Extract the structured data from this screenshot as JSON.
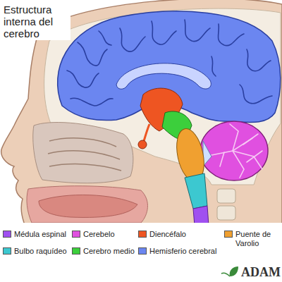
{
  "diagram": {
    "title": "Estructura interna del cerebro",
    "labels": [
      "ADAM"
    ],
    "legend": [
      {
        "text": "Médula espinal",
        "color": "#a050f0"
      },
      {
        "text": "Cerebelo",
        "color": "#e050e0"
      },
      {
        "text": "Diencéfalo",
        "color": "#ee5522"
      },
      {
        "text": "Puente de Varolio",
        "color": "#f0a030"
      },
      {
        "text": "Bulbo raquídeo",
        "color": "#3cc8d0"
      },
      {
        "text": "Cerebro medio",
        "color": "#3ccf3c"
      },
      {
        "text": "Hemisferio cerebral",
        "color": "#6b86f0"
      }
    ]
  }
}
